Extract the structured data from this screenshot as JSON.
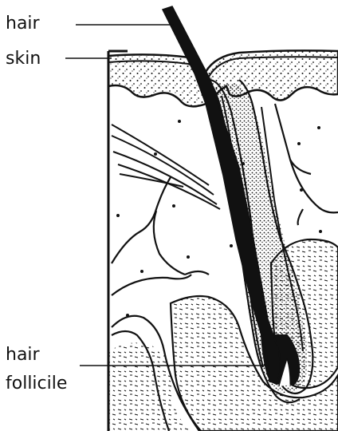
{
  "labels": {
    "hair": "hair",
    "skin": "skin",
    "hair_follicle_line1": "hair",
    "hair_follicle_line2": "follicile"
  },
  "colors": {
    "ink": "#111111",
    "background": "#ffffff"
  }
}
